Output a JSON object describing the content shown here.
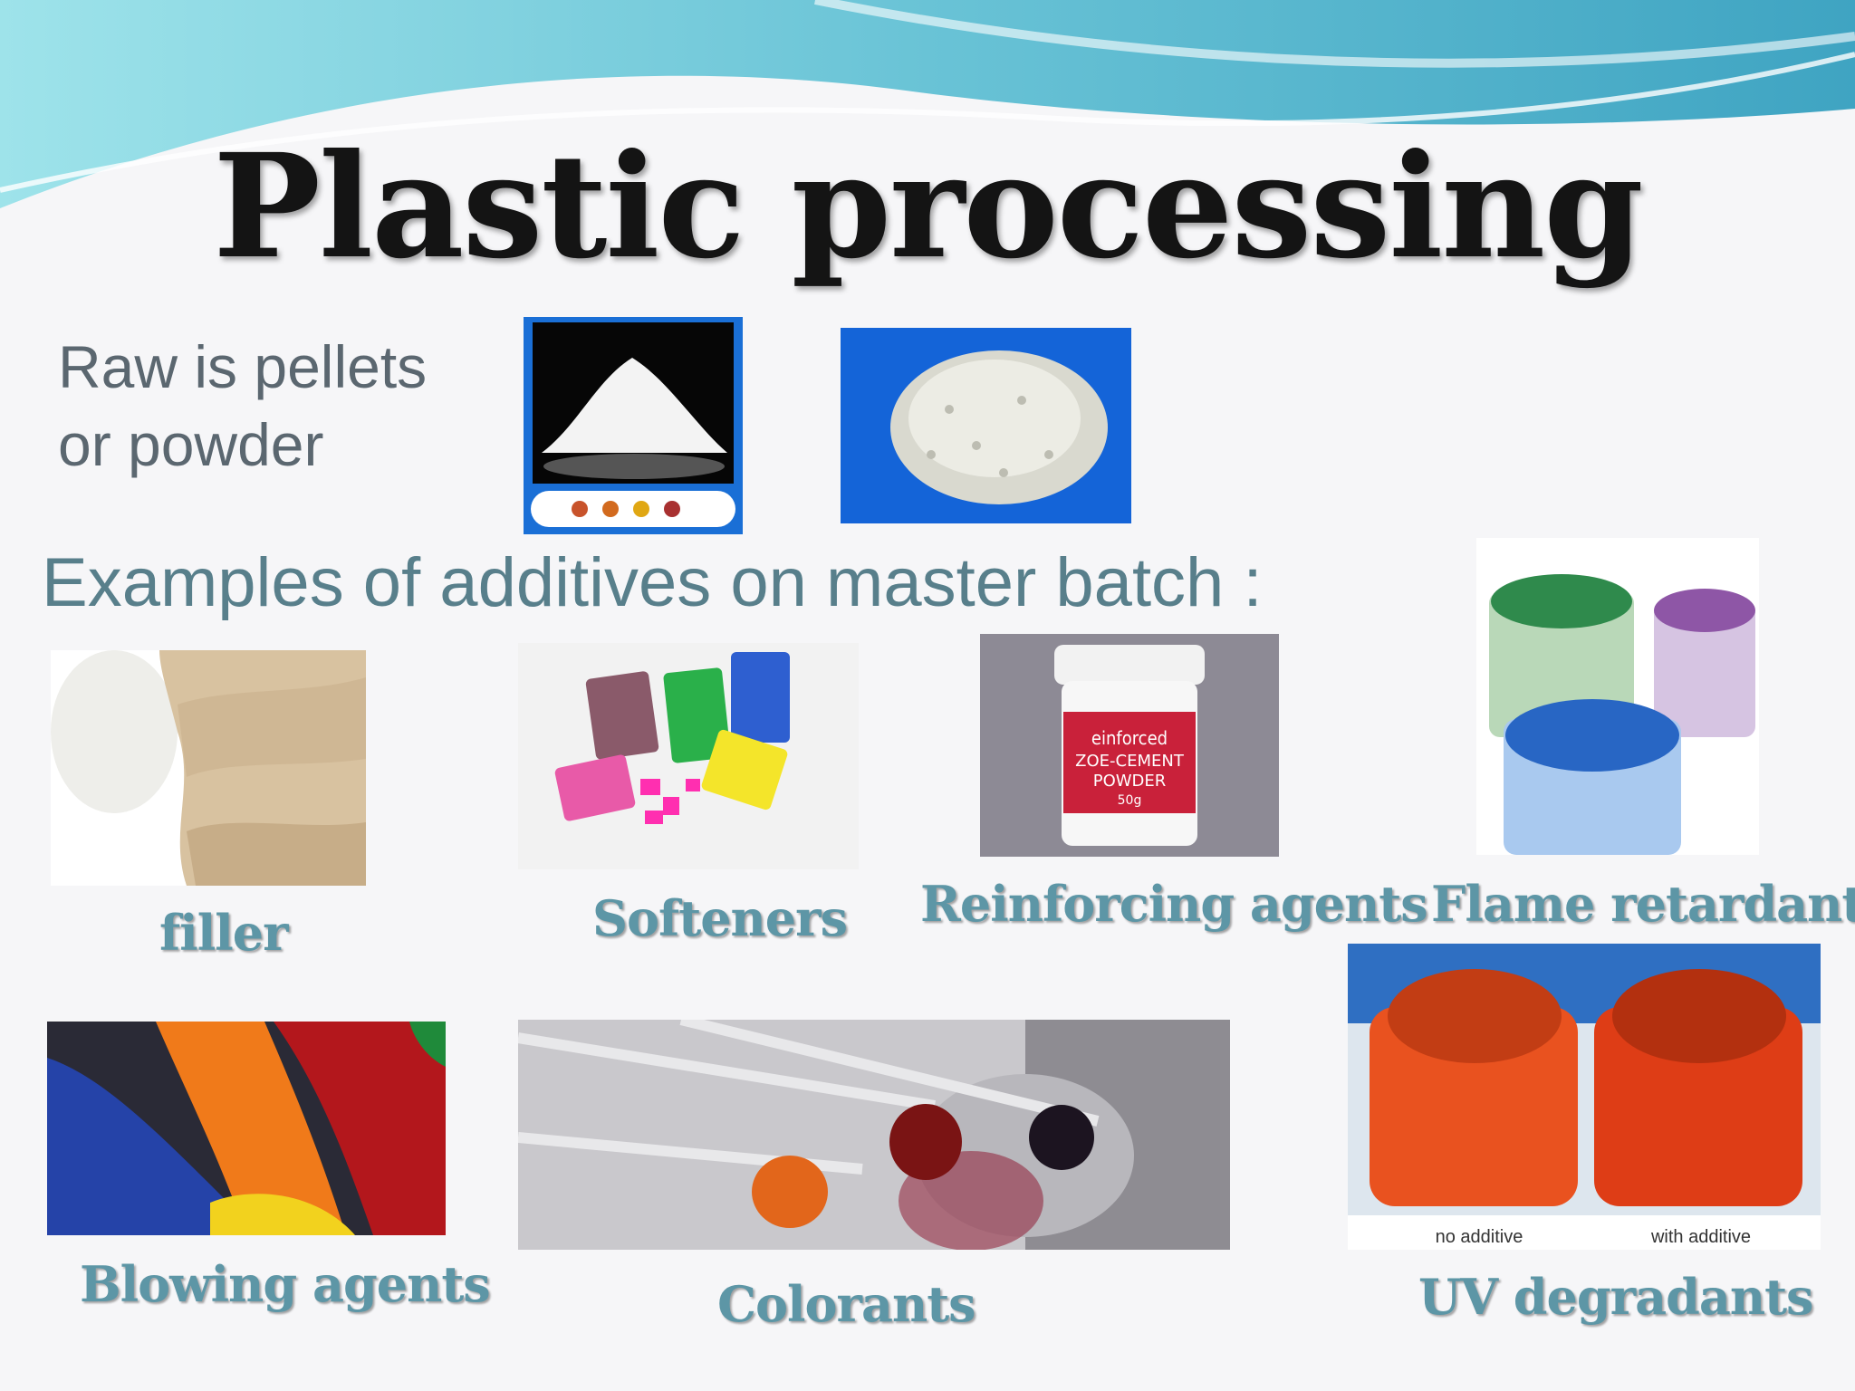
{
  "slide": {
    "title": "Plastic processing",
    "raw_line1": "Raw is pellets",
    "raw_line2": "or powder",
    "examples_heading": "Examples of additives on master batch :"
  },
  "captions": {
    "filler": "filler",
    "softeners": "Softeners",
    "reinforcing": "Reinforcing agents",
    "flame": "Flame retardants",
    "blowing": "Blowing agents",
    "colorants": "Colorants",
    "uv": "UV degradants"
  },
  "photo_text": {
    "jar_label_line1": "einforced",
    "jar_label_line2": "ZOE-CEMENT",
    "jar_label_line3": "POWDER",
    "jar_label_line4": "50g",
    "uv_left": "no additive",
    "uv_right": "with additive"
  },
  "colors": {
    "title": "#141414",
    "caption": "#5d96a6",
    "wave_light": "#9ee3ea",
    "wave_dark": "#46b8c9"
  }
}
